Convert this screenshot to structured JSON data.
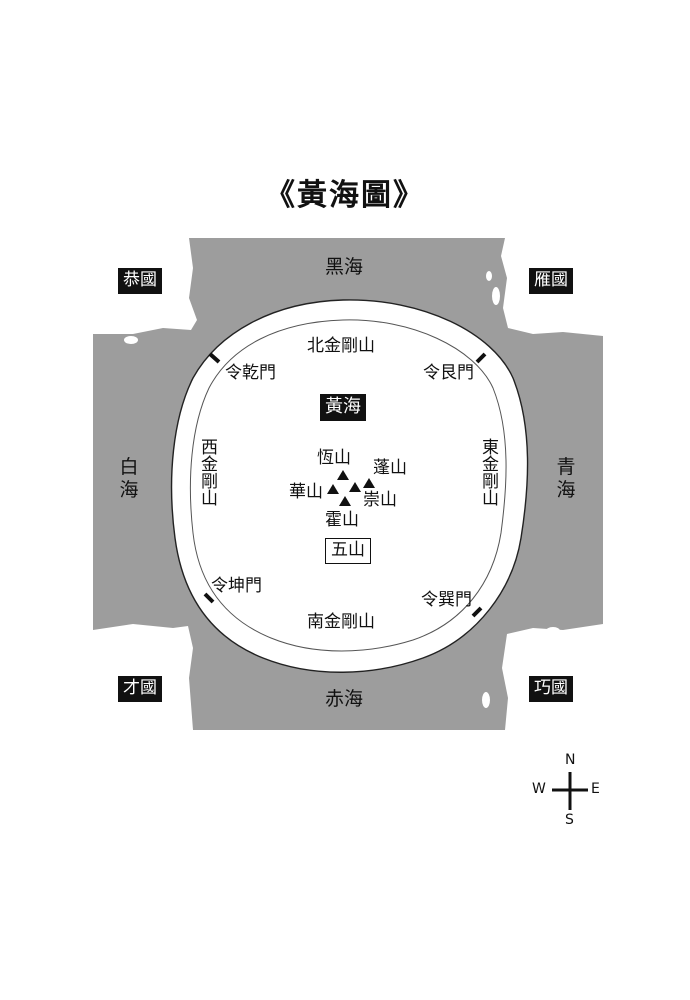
{
  "title": "《黃海圖》",
  "seas": {
    "north": "黑海",
    "south": "赤海",
    "west": "白海",
    "east": "青海",
    "center": "黃海"
  },
  "kingdoms": {
    "northwest": "恭國",
    "northeast": "雁國",
    "southwest": "才國",
    "southeast": "巧國"
  },
  "mountain_ranges": {
    "north": "北金剛山",
    "south": "南金剛山",
    "west": "西金剛山",
    "east": "東金剛山"
  },
  "gates": {
    "northwest": "令乾門",
    "northeast": "令艮門",
    "southwest": "令坤門",
    "southeast": "令巽門"
  },
  "peaks": {
    "north": "恆山",
    "east": "蓬山",
    "west": "華山",
    "southeast": "崇山",
    "south": "霍山"
  },
  "five_mountains_label": "五山",
  "compass": {
    "n": "N",
    "s": "S",
    "e": "E",
    "w": "W"
  },
  "colors": {
    "sea": "#9d9d9d",
    "land": "#ffffff",
    "ink": "#111111"
  }
}
